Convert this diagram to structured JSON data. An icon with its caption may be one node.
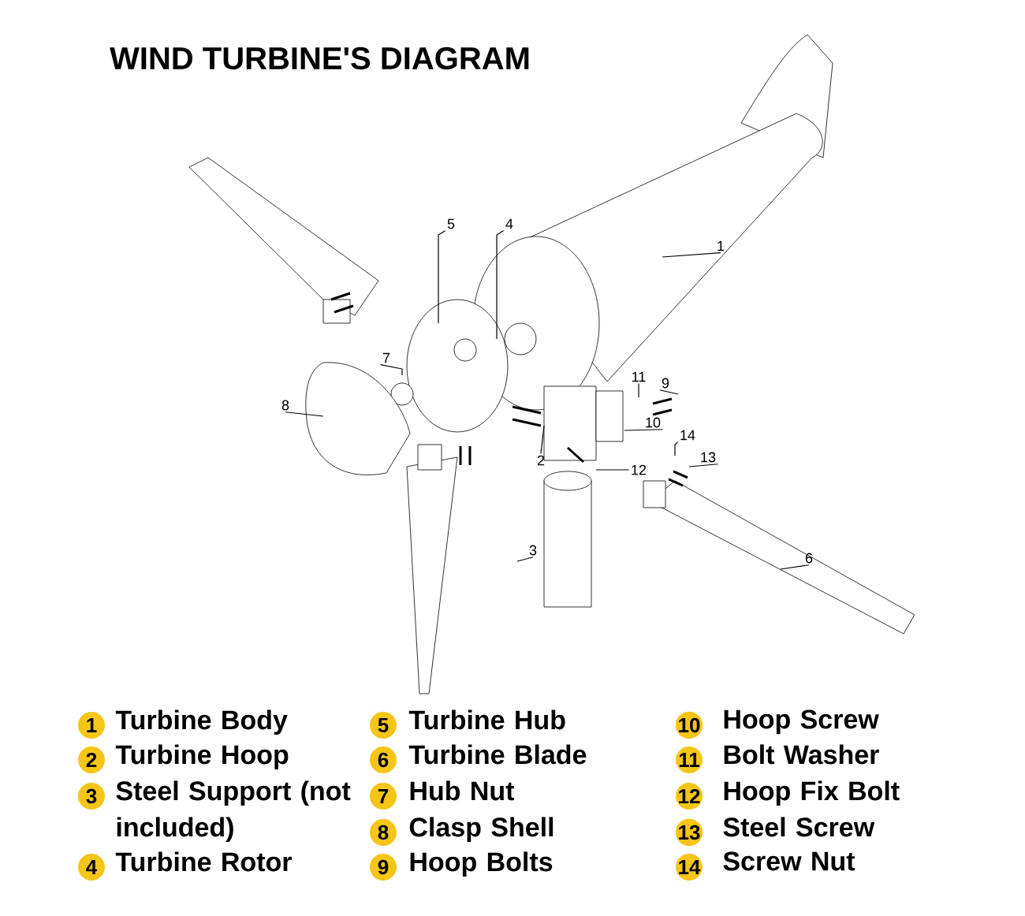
{
  "diagram": {
    "title": "WIND TURBINE'S DIAGRAM",
    "nodes": [
      {
        "text": [
          "1"
        ]
      },
      {
        "text": [
          "2"
        ]
      },
      {
        "text": [
          "3"
        ]
      },
      {
        "text": [
          "4"
        ]
      },
      {
        "text": [
          "5"
        ]
      },
      {
        "text": [
          "6"
        ]
      },
      {
        "text": [
          "7"
        ]
      },
      {
        "text": [
          "8"
        ]
      },
      {
        "text": [
          "9"
        ]
      },
      {
        "text": [
          "10"
        ]
      },
      {
        "text": [
          "11"
        ]
      },
      {
        "text": [
          "12"
        ]
      },
      {
        "text": [
          "13"
        ]
      },
      {
        "text": [
          "14"
        ]
      }
    ],
    "edges": [
      {
        "from": 0,
        "to": null,
        "arrow": "none"
      },
      {
        "from": 1,
        "to": null,
        "arrow": "none"
      },
      {
        "from": 2,
        "to": null,
        "arrow": "none"
      },
      {
        "from": 3,
        "to": null,
        "arrow": "none"
      },
      {
        "from": 4,
        "to": null,
        "arrow": "none"
      },
      {
        "from": 5,
        "to": null,
        "arrow": "none"
      },
      {
        "from": 6,
        "to": null,
        "arrow": "none"
      },
      {
        "from": 7,
        "to": null,
        "arrow": "none"
      },
      {
        "from": 8,
        "to": null,
        "arrow": "none"
      },
      {
        "from": 9,
        "to": null,
        "arrow": "none"
      },
      {
        "from": 10,
        "to": null,
        "arrow": "none"
      },
      {
        "from": 11,
        "to": null,
        "arrow": "none"
      },
      {
        "from": 12,
        "to": null,
        "arrow": "none"
      },
      {
        "from": 13,
        "to": null,
        "arrow": "none"
      }
    ],
    "labels": [
      "1",
      "Turbine Body",
      "2",
      "Turbine Hoop",
      "3",
      "Steel Support (not included)",
      "4",
      "Turbine Rotor",
      "5",
      "Turbine Hub",
      "6",
      "Turbine Blade",
      "7",
      "Hub Nut",
      "8",
      "Clasp Shell",
      "9",
      "Hoop Bolts",
      "10",
      "Hoop Screw",
      "11",
      "Bolt Washer",
      "12",
      "Hoop Fix Bolt",
      "13",
      "Steel Screw",
      "14",
      "Screw Nut"
    ]
  }
}
